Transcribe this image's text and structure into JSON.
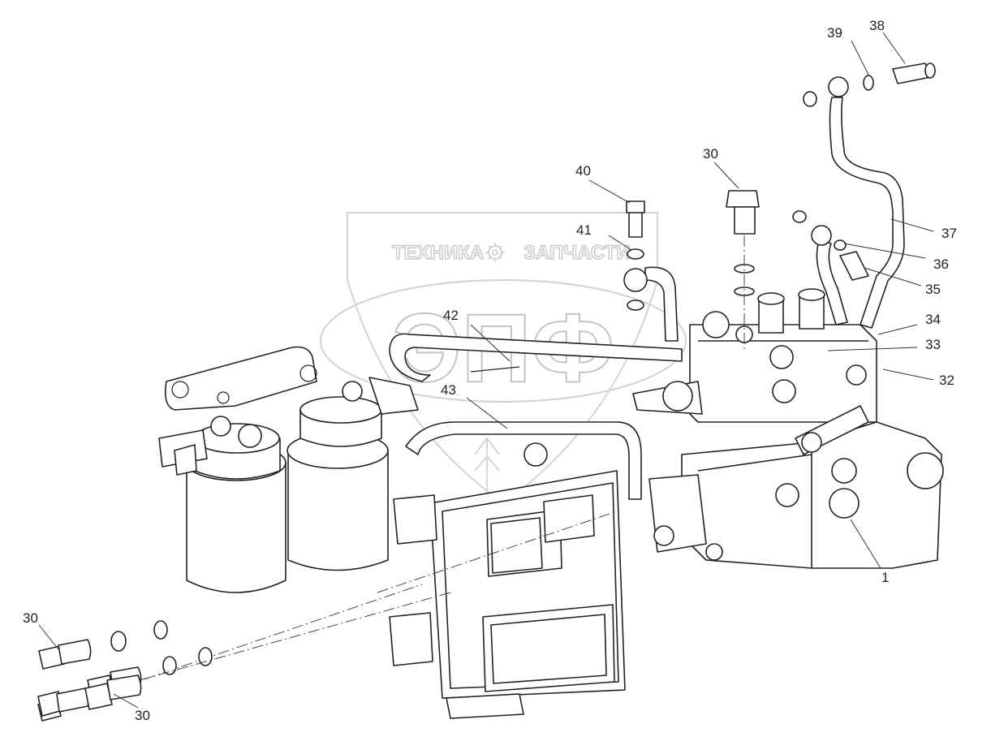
{
  "watermark": {
    "word_left": "ТЕХНИКА",
    "word_right": "ЗАПЧАСТИ",
    "big": "ЭПФ"
  },
  "callouts": [
    {
      "id": "c38",
      "text": "38"
    },
    {
      "id": "c39",
      "text": "39"
    },
    {
      "id": "c40",
      "text": "40"
    },
    {
      "id": "c30a",
      "text": "30"
    },
    {
      "id": "c41",
      "text": "41"
    },
    {
      "id": "c37",
      "text": "37"
    },
    {
      "id": "c36",
      "text": "36"
    },
    {
      "id": "c35",
      "text": "35"
    },
    {
      "id": "c34",
      "text": "34"
    },
    {
      "id": "c42",
      "text": "42"
    },
    {
      "id": "c33",
      "text": "33"
    },
    {
      "id": "c43",
      "text": "43"
    },
    {
      "id": "c32",
      "text": "32"
    },
    {
      "id": "c1",
      "text": "1"
    },
    {
      "id": "c30b",
      "text": "30"
    },
    {
      "id": "c30c",
      "text": "30"
    }
  ]
}
